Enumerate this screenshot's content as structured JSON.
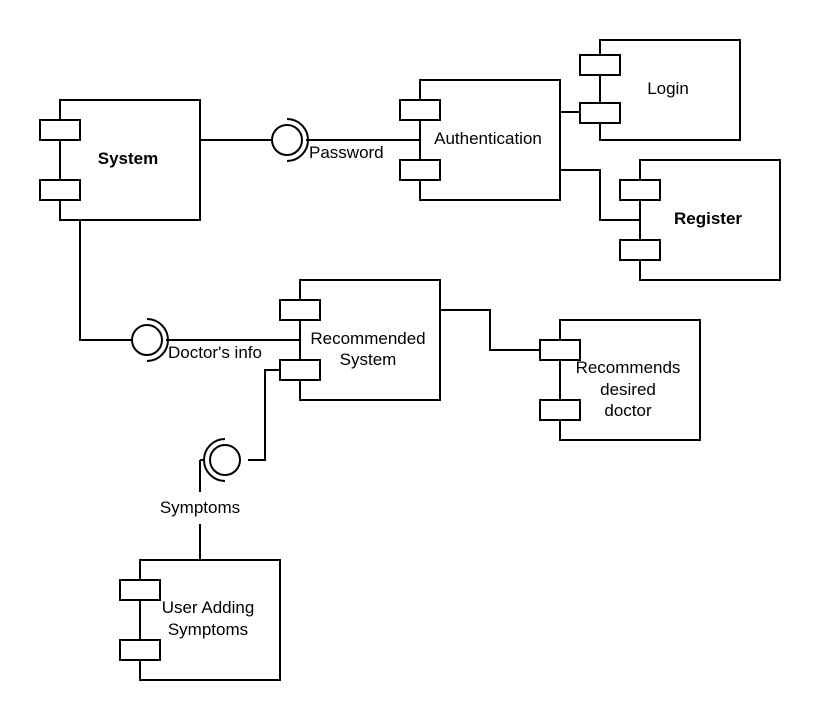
{
  "components": {
    "system": {
      "label": "System"
    },
    "authentication": {
      "label": "Authentication"
    },
    "login": {
      "label": "Login"
    },
    "register": {
      "label": "Register"
    },
    "recommended_system": {
      "label_line1": "Recommended",
      "label_line2": "System"
    },
    "recommends_desired_doctor": {
      "label_line1": "Recommends",
      "label_line2": "desired",
      "label_line3": "doctor"
    },
    "user_adding_symptoms": {
      "label_line1": "User Adding",
      "label_line2": "Symptoms"
    }
  },
  "interfaces": {
    "password": {
      "label": "Password"
    },
    "doctors_info": {
      "label": "Doctor's info"
    },
    "symptoms": {
      "label": "Symptoms"
    }
  },
  "colors": {
    "stroke": "#000000",
    "fill": "#ffffff"
  }
}
